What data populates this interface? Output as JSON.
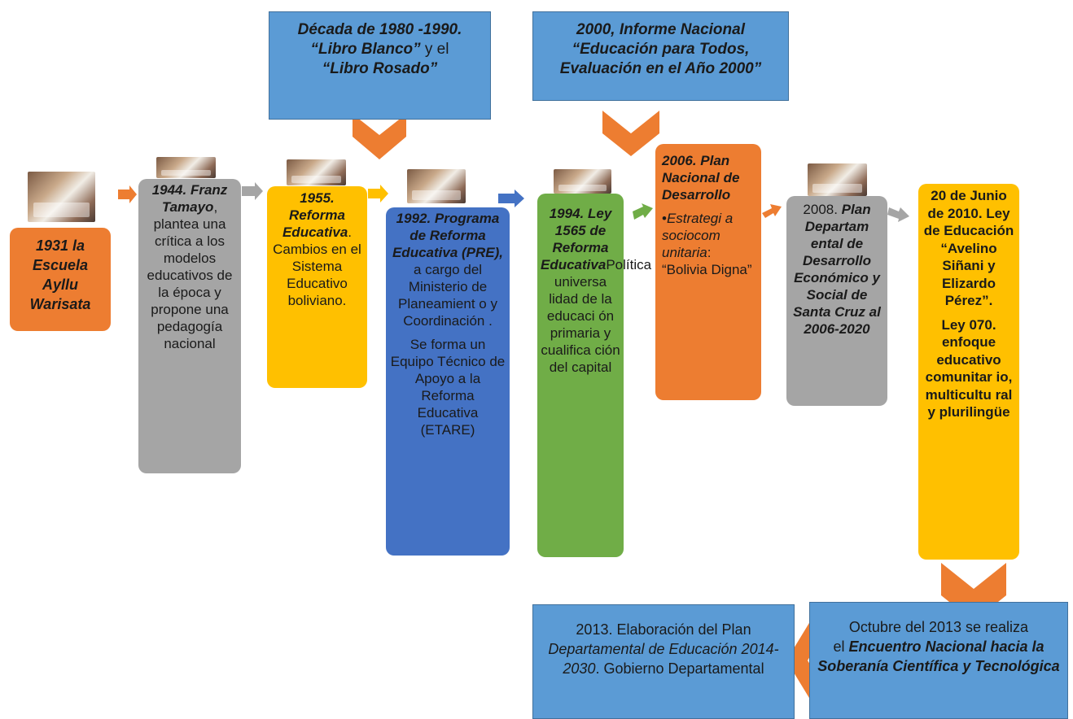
{
  "top_boxes": {
    "box_1980": {
      "line1": "Década de 1980 -1990.",
      "line2_a": "“Libro Blanco”",
      "line2_b": " y el",
      "line3": "“Libro Rosado”"
    },
    "box_2000": {
      "line1_a": "2000",
      "line1_b": ", Informe Nacional",
      "line2": "“Educación para Todos,",
      "line3": "Evaluación en el Año 2000”"
    }
  },
  "timeline": {
    "e1931": {
      "text": "1931 la Escuela Ayllu Warisata"
    },
    "e1944": {
      "title": "1944. Franz Tamayo",
      "text": ", plantea una crítica a los modelos educativos de la época y propone una pedagogía nacional"
    },
    "e1955": {
      "title": "1955. Reforma Educativa",
      "text": ". Cambios en el Sistema Educativo boliviano."
    },
    "e1992": {
      "title": "1992. Programa de Reforma Educativa (PRE),",
      "text": " a cargo del Ministerio de Planeamient o y Coordinación .",
      "text2": "Se forma un Equipo Técnico de Apoyo a la Reforma Educativa (ETARE)"
    },
    "e1994": {
      "title_a": "1994. Ley 1565 de Reforma Educativ",
      "title_b": "a",
      "text": "Política universa lidad de la educaci ón primaria y cualifica ción del capital"
    },
    "e2006": {
      "title": "2006. Plan Nacional de Desarrollo",
      "bullet": "•",
      "item_a": "Estrategi a sociocom unitaria",
      "item_b": ": “Bolivia Digna”"
    },
    "e2008": {
      "year": "2008. ",
      "title": "Plan Departam ental de Desarrollo Económico y Social de Santa Cruz al 2006-2020"
    },
    "e2010": {
      "title": "20 de Junio de 2010. Ley de Educación “Avelino Siñani y Elizardo Pérez”.",
      "text2": "Ley 070. enfoque educativo comunitar io, multicultu ral y plurilingüe"
    }
  },
  "bottom_boxes": {
    "e2013_encuentro": {
      "line1": "Octubre del 2013 se realiza",
      "line2_a": "el ",
      "line2_b": "Encuentro Nacional hacia la Soberanía Científica y Tecnológica"
    },
    "e2013_plan": {
      "line1": "2013. Elaboración del Plan",
      "line2": "Departamental de Educación 2014-2030",
      "line3": ". Gobierno Departamental"
    }
  },
  "colors": {
    "light_blue": "#5b9bd5",
    "orange": "#ed7d31",
    "gray": "#a5a5a5",
    "yellow": "#ffc000",
    "dark_blue": "#4472c4",
    "green": "#70ad47"
  }
}
